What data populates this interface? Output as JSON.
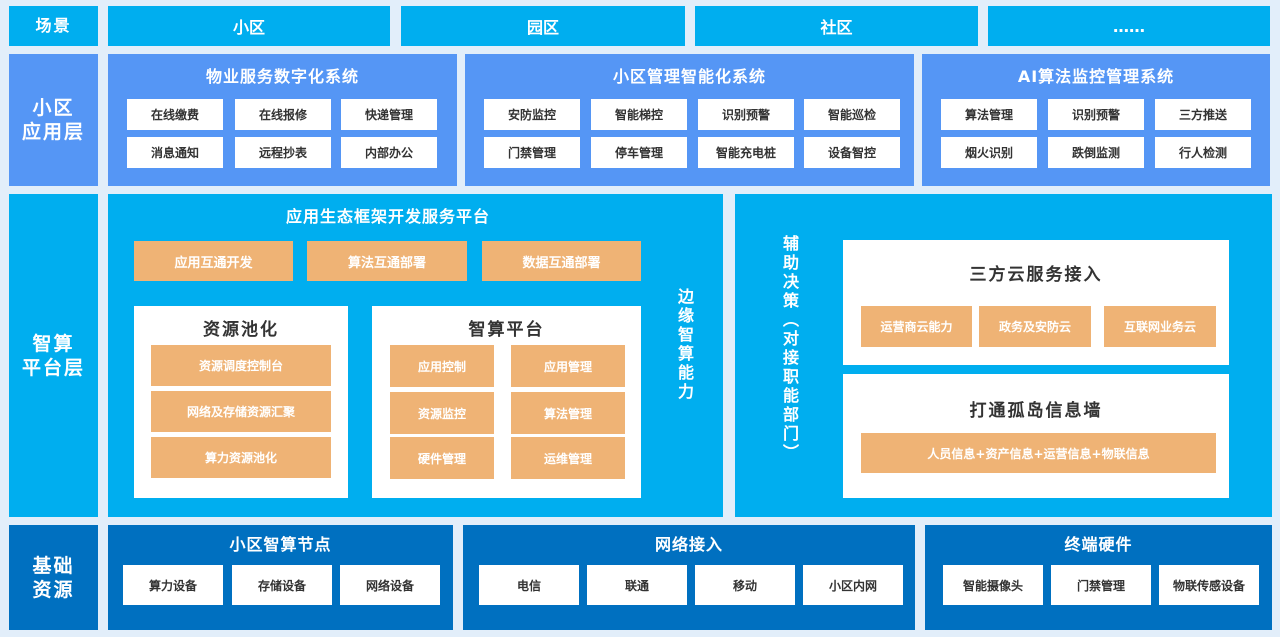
{
  "layers": {
    "scene": "场景",
    "app": "小区\n应用层",
    "platform": "智算\n平台层",
    "base": "基础\n资源"
  },
  "scenes": [
    "小区",
    "园区",
    "社区",
    "……"
  ],
  "app_systems": [
    {
      "title": "物业服务数字化系统",
      "items": [
        "在线缴费",
        "在线报修",
        "快递管理",
        "消息通知",
        "远程抄表",
        "内部办公"
      ]
    },
    {
      "title": "小区管理智能化系统",
      "items": [
        "安防监控",
        "智能梯控",
        "识别预警",
        "智能巡检",
        "门禁管理",
        "停车管理",
        "智能充电桩",
        "设备智控"
      ]
    },
    {
      "title": "AI算法监控管理系统",
      "items": [
        "算法管理",
        "识别预警",
        "三方推送",
        "烟火识别",
        "跌倒监测",
        "行人检测"
      ]
    }
  ],
  "platform": {
    "title": "应用生态框架开发服务平台",
    "top_items": [
      "应用互通开发",
      "算法互通部署",
      "数据互通部署"
    ],
    "pool": {
      "title": "资源池化",
      "items": [
        "资源调度控制台",
        "网络及存储资源汇聚",
        "算力资源池化"
      ]
    },
    "compute": {
      "title": "智算平台",
      "items": [
        "应用控制",
        "应用管理",
        "资源监控",
        "算法管理",
        "硬件管理",
        "运维管理"
      ]
    },
    "edge_label": "边缘智算能力",
    "decision_label": "辅助决策（对接职能部门）",
    "cloud": {
      "title": "三方云服务接入",
      "items": [
        "运营商云能力",
        "政务及安防云",
        "互联网业务云"
      ]
    },
    "info": {
      "title": "打通孤岛信息墙",
      "items": [
        "人员信息+资产信息+运营信息+物联信息"
      ]
    }
  },
  "base": [
    {
      "title": "小区智算节点",
      "items": [
        "算力设备",
        "存储设备",
        "网络设备"
      ]
    },
    {
      "title": "网络接入",
      "items": [
        "电信",
        "联通",
        "移动",
        "小区内网"
      ]
    },
    {
      "title": "终端硬件",
      "items": [
        "智能摄像头",
        "门禁管理",
        "物联传感设备"
      ]
    }
  ]
}
